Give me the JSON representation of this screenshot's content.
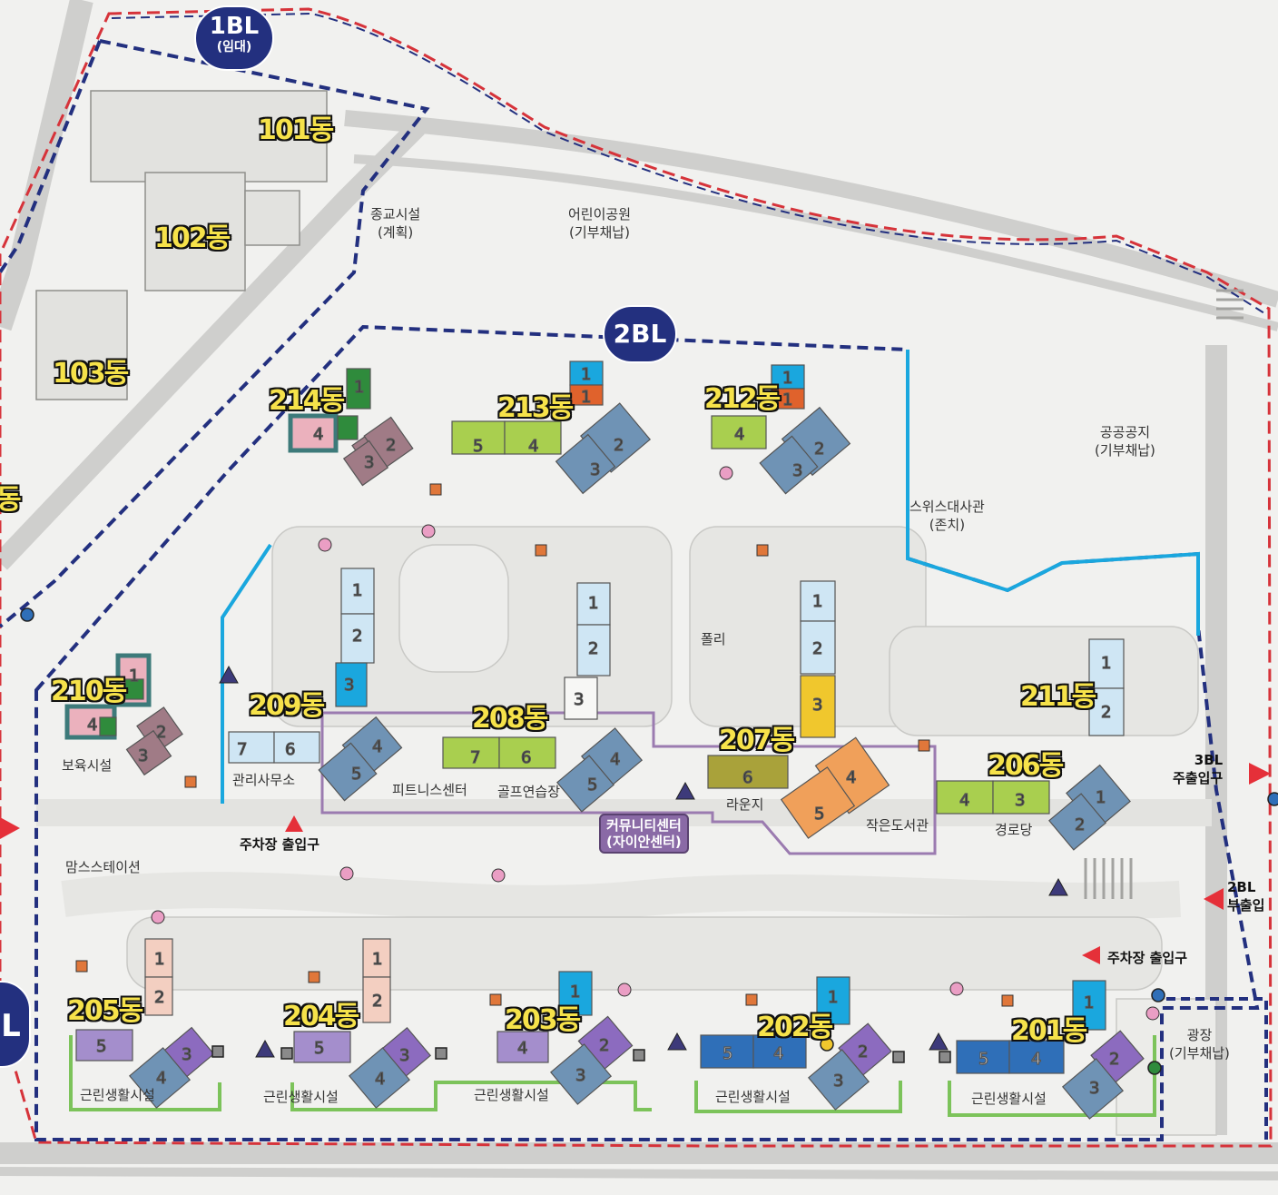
{
  "blocks": {
    "bl1": {
      "name": "1BL",
      "sub": "(임대)"
    },
    "bl2": {
      "name": "2BL"
    },
    "bl3": {
      "name": "3BL",
      "sub": "주출입구"
    },
    "bl2_side": {
      "name": "2BL",
      "sub": "부출입"
    }
  },
  "buildings_1bl": [
    "101동",
    "102동",
    "103동"
  ],
  "buildings_2bl": {
    "d214": "214동",
    "d213": "213동",
    "d212": "212동",
    "d210": "210동",
    "d209": "209동",
    "d208": "208동",
    "d207": "207동",
    "d211": "211동",
    "d206": "206동",
    "d205": "205동",
    "d204": "204동",
    "d203": "203동",
    "d202": "202동",
    "d201": "201동"
  },
  "edge_label": "동",
  "facilities": {
    "religious": "종교시설",
    "religious_sub": "(계획)",
    "park": "어린이공원",
    "park_sub": "(기부채납)",
    "public_land": "공공공지",
    "public_land_sub": "(기부채납)",
    "embassy": "스위스대사관",
    "embassy_sub": "(존치)",
    "folly": "폴리",
    "childcare": "보육시설",
    "mgmt_office": "관리사무소",
    "fitness": "피트니스센터",
    "golf": "골프연습장",
    "lounge": "라운지",
    "library": "작은도서관",
    "senior": "경로당",
    "moms_station": "맘스스테이션",
    "community_center": "커뮤니티센터",
    "community_center_sub": "(자이안센터)",
    "plaza": "광장",
    "plaza_sub": "(기부채납)",
    "retail_205": "근린생활시설",
    "retail_204": "근린생활시설",
    "retail_203": "근린생활시설",
    "retail_202": "근린생활시설",
    "retail_201": "근린생활시설"
  },
  "entrances": {
    "parking_left": "주차장 출입구",
    "parking_right": "주차장 출입구"
  },
  "colors": {
    "block_circle": "#23307f",
    "boundary_red": "#d6333a",
    "boundary_blue": "#23307f",
    "community_outline": "#9b7bb0",
    "retail_green": "#7cc35a",
    "label_yellow": "#f6e24a",
    "steel_blue": "#6f93b5",
    "light_blue": "#cfe6f4",
    "sky_blue": "#1aa7de",
    "royal_blue": "#2f6fb8",
    "lime": "#a9cf4f",
    "olive": "#a9a23a",
    "orange": "#f0a05a",
    "yellow": "#f0c72d",
    "mauve": "#a07b86",
    "pink": "#ebb1bd",
    "peach": "#f3cfc1",
    "purple": "#8c6bbf",
    "lavender": "#a48ecc",
    "green": "#2f8b3c",
    "teal_frame": "#3d7a7a",
    "red_orange": "#e0622c"
  },
  "map_symbols": [
    "orange-square",
    "pink-circle",
    "navy-triangle",
    "gray-square",
    "blue-dot",
    "red-arrow"
  ]
}
